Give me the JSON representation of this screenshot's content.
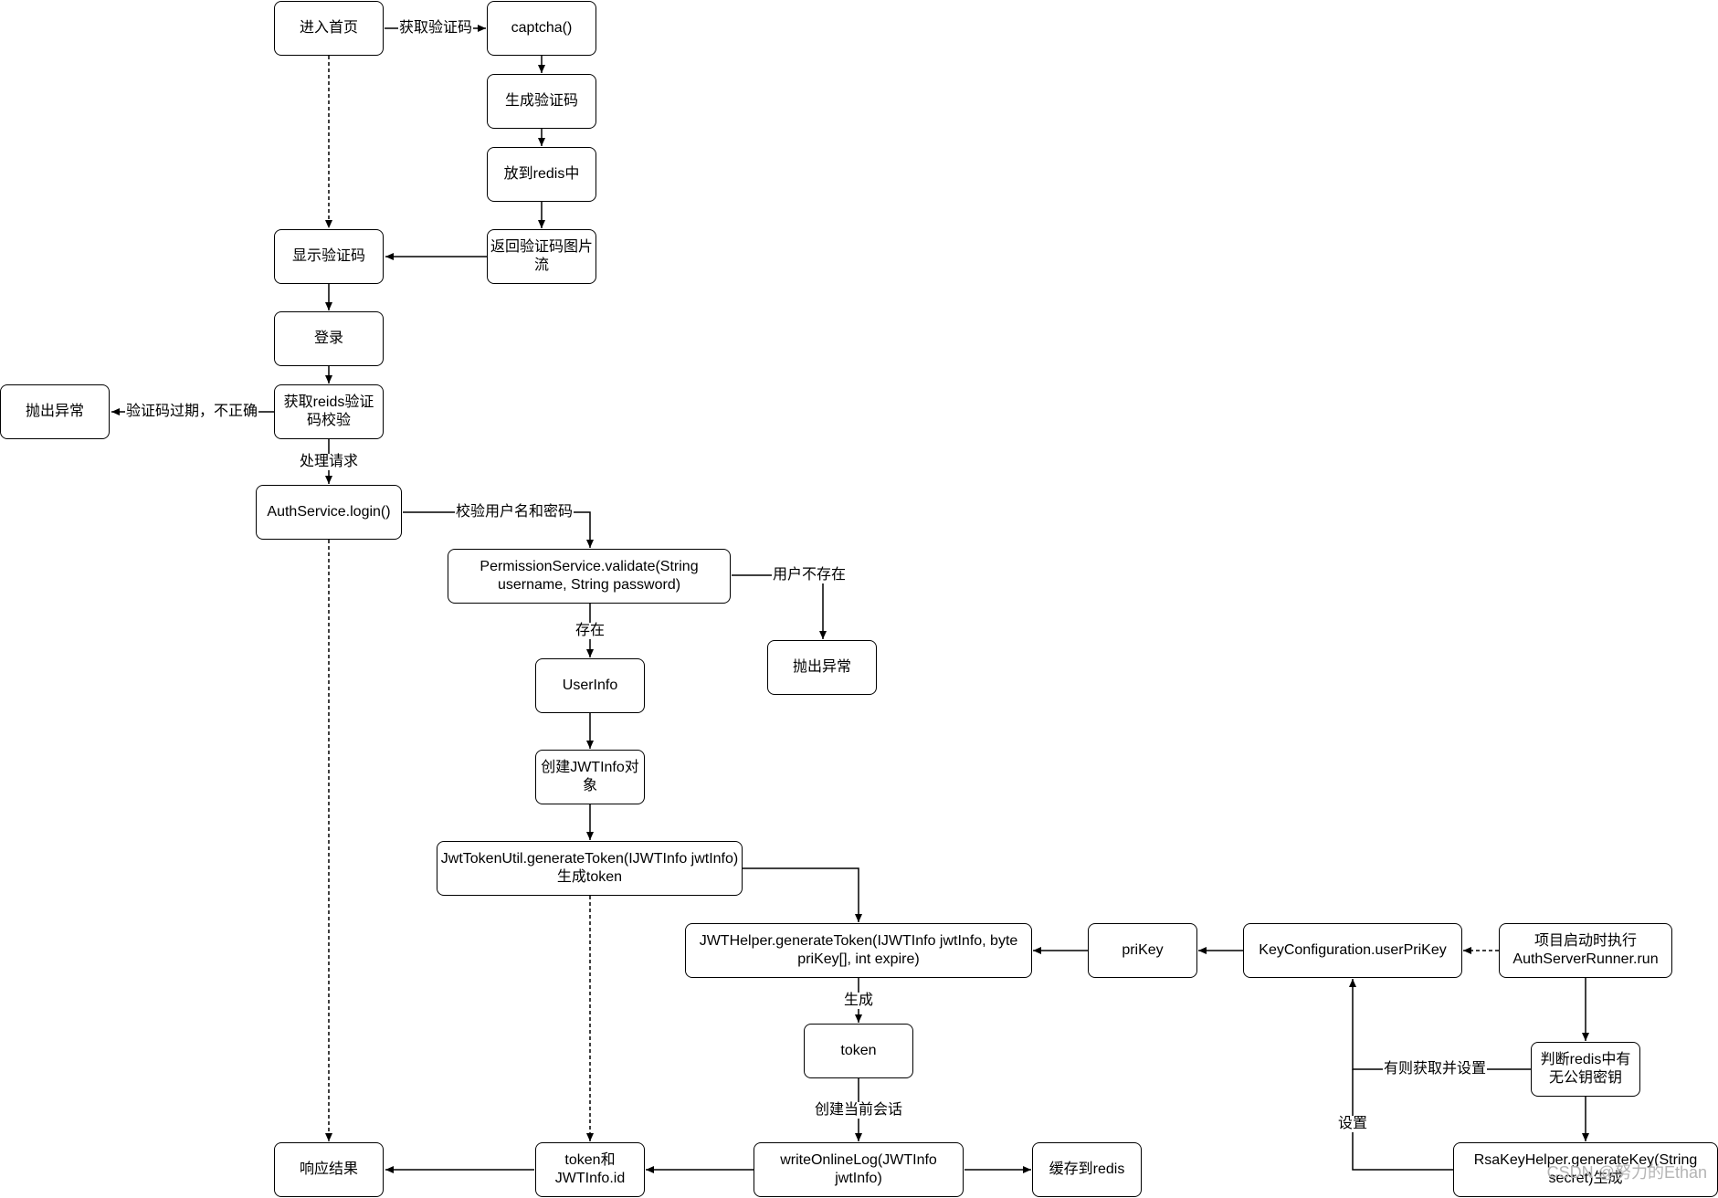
{
  "nodes": {
    "home": "进入首页",
    "captcha": "captcha()",
    "gen_captcha": "生成验证码",
    "put_redis": "放到redis中",
    "return_stream": "返回验证码图片流",
    "show_captcha": "显示验证码",
    "login": "登录",
    "get_redis_verify": "获取reids验证码校验",
    "throw_exception_1": "抛出异常",
    "auth_login": "AuthService.login()",
    "permission_validate": "PermissionService.validate(String username, String password)",
    "throw_exception_2": "抛出异常",
    "userinfo": "UserInfo",
    "create_jwtinfo": "创建JWTInfo对象",
    "jwt_token_util": "JwtTokenUtil.generateToken(IJWTInfo jwtInfo)生成token",
    "jwt_helper": "JWTHelper.generateToken(IJWTInfo jwtInfo, byte priKey[], int expire)",
    "prikey": "priKey",
    "key_config": "KeyConfiguration.userPriKey",
    "startup_runner": "项目启动时执行AuthServerRunner.run",
    "check_redis_key": "判断redis中有无公钥密钥",
    "rsa_key_helper": "RsaKeyHelper.generateKey(String secret)生成",
    "token": "token",
    "write_online_log": "writeOnlineLog(JWTInfo jwtInfo)",
    "cache_redis": "缓存到redis",
    "token_and_id": "token和JWTInfo.id",
    "response": "响应结果"
  },
  "edge_labels": {
    "get_captcha": "获取验证码",
    "captcha_invalid": "验证码过期，不正确",
    "process_request": "处理请求",
    "verify_user": "校验用户名和密码",
    "user_not_exist": "用户不存在",
    "exists": "存在",
    "generate": "生成",
    "create_session": "创建当前会话",
    "get_and_set": "有则获取并设置",
    "set": "设置"
  },
  "watermark": "CSDN @努力的Ethan",
  "colors": {
    "line": "#000000",
    "background": "#ffffff",
    "watermark": "#b4b4b4"
  }
}
